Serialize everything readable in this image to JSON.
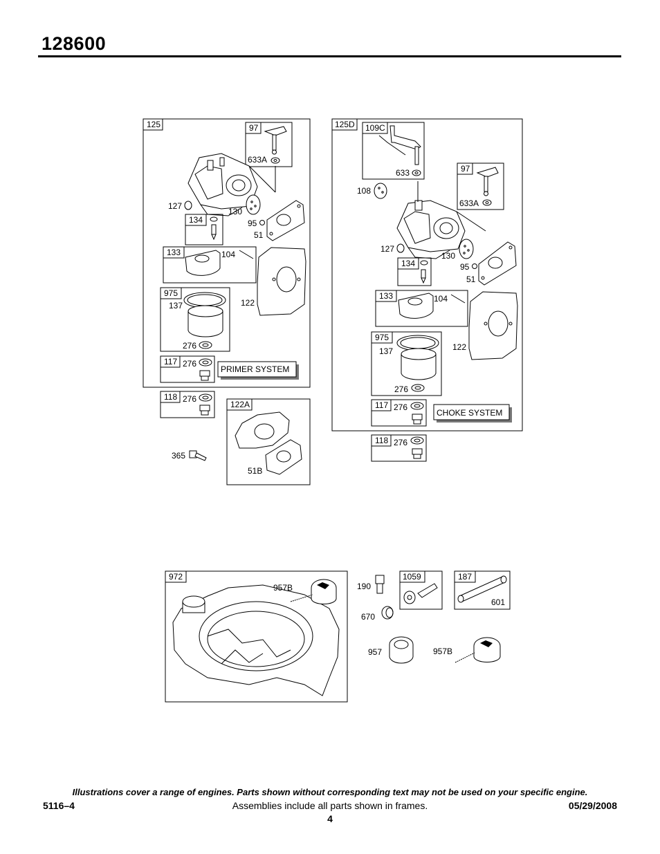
{
  "header": {
    "model": "128600"
  },
  "labels": {
    "p125": "125",
    "p97a": "97",
    "p633Aa": "633A",
    "p127a": "127",
    "p130a": "130",
    "p134a": "134",
    "p95a": "95",
    "p51a": "51",
    "p133a": "133",
    "p104a": "104",
    "p975a": "975",
    "p137a": "137",
    "p122a": "122",
    "p276a1": "276",
    "p117a": "117",
    "p276a2": "276",
    "primer": "PRIMER SYSTEM",
    "p118a": "118",
    "p276a3": "276",
    "p122A": "122A",
    "p365": "365",
    "p51B": "51B",
    "p125D": "125D",
    "p109C": "109C",
    "p633": "633",
    "p108": "108",
    "p97b": "97",
    "p633Ab": "633A",
    "p127b": "127",
    "p134b": "134",
    "p130b": "130",
    "p95b": "95",
    "p51b": "51",
    "p133b": "133",
    "p104b": "104",
    "p975b": "975",
    "p137b": "137",
    "p122b": "122",
    "p276b1": "276",
    "p117b": "117",
    "p276b2": "276",
    "choke": "CHOKE SYSTEM",
    "p118b": "118",
    "p276b3": "276",
    "p972": "972",
    "p957Ba": "957B",
    "p190": "190",
    "p1059": "1059",
    "p187": "187",
    "p601": "601",
    "p670": "670",
    "p957": "957",
    "p957Bb": "957B"
  },
  "footer": {
    "note": "Illustrations cover a range of engines. Parts shown without corresponding text may not be used on your specific engine.",
    "code": "5116–4",
    "assemblies": "Assemblies include all parts shown in frames.",
    "date": "05/29/2008",
    "page": "4"
  }
}
